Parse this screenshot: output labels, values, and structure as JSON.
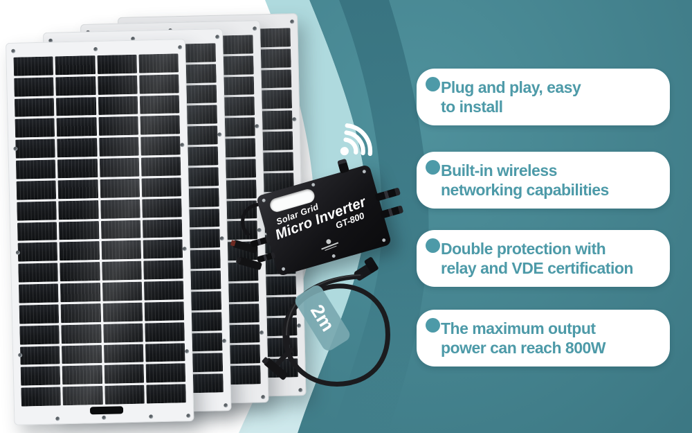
{
  "colors": {
    "teal_light": "#4f919c",
    "teal_dark": "#3b7682",
    "teal_band_dark": "#387380",
    "mint_top": "#afdade",
    "mint_bottom": "#cfe9ec",
    "accent_text": "#4d9aa8",
    "tag_bg": "#7aa8b0",
    "card_bg": "#ffffff"
  },
  "features": [
    {
      "line1": "Plug and play, easy",
      "line2": "to install"
    },
    {
      "line1": "Built-in wireless",
      "line2": "networking capabilities"
    },
    {
      "line1": "Double protection with",
      "line2": "relay and VDE certification"
    },
    {
      "line1": "The maximum output",
      "line2": "power can reach 800W"
    }
  ],
  "inverter": {
    "brand": "Solar Grid",
    "name": "Micro Inverter",
    "model": "GT-800"
  },
  "cable": {
    "length_label": "2m"
  },
  "panels": {
    "count": 4,
    "columns": 4,
    "rows": 17
  },
  "icons": {
    "wireless": "wifi-icon",
    "bullet": "bullet-dot-icon"
  }
}
